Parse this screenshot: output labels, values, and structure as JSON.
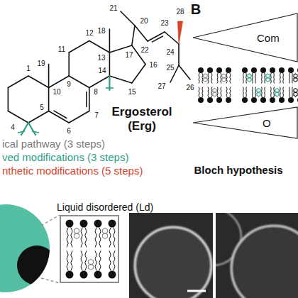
{
  "diagram": {
    "nodes": [
      {
        "text": [
          "Com"
        ]
      },
      {
        "text": [
          "O"
        ]
      },
      {
        "text": [
          "Liquid disordered (Ld)"
        ]
      }
    ],
    "labels": [
      "B",
      "21",
      "20",
      "28",
      "22",
      "23",
      "24",
      "18",
      "25",
      "26",
      "12",
      "11",
      "13",
      "17",
      "16",
      "27",
      "19",
      "1",
      "9",
      "10",
      "14",
      "15",
      "8",
      "5",
      "7",
      "6",
      "4",
      "Ergosterol",
      "(Erg)",
      "ical pathway (3 steps)",
      "ved modifications (3 steps)",
      "nthetic modifications (5 steps)",
      "Bloch hypothesis"
    ]
  }
}
